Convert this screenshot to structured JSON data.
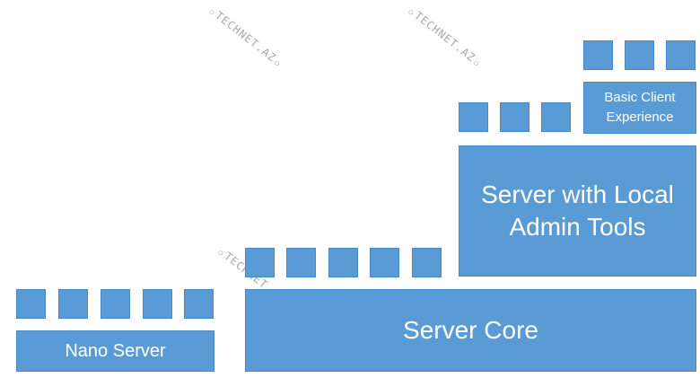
{
  "diagram": {
    "nano_server": "Nano Server",
    "server_core": "Server Core",
    "server_local_admin_line1": "Server with Local",
    "server_local_admin_line2": "Admin Tools",
    "basic_client_line1": "Basic Client",
    "basic_client_line2": "Experience"
  },
  "watermark": "TECHNET.AZ",
  "colors": {
    "block": "#5b9bd5",
    "block_border": "#4a89c4",
    "text": "#ffffff",
    "watermark": "#a9a9a9"
  }
}
